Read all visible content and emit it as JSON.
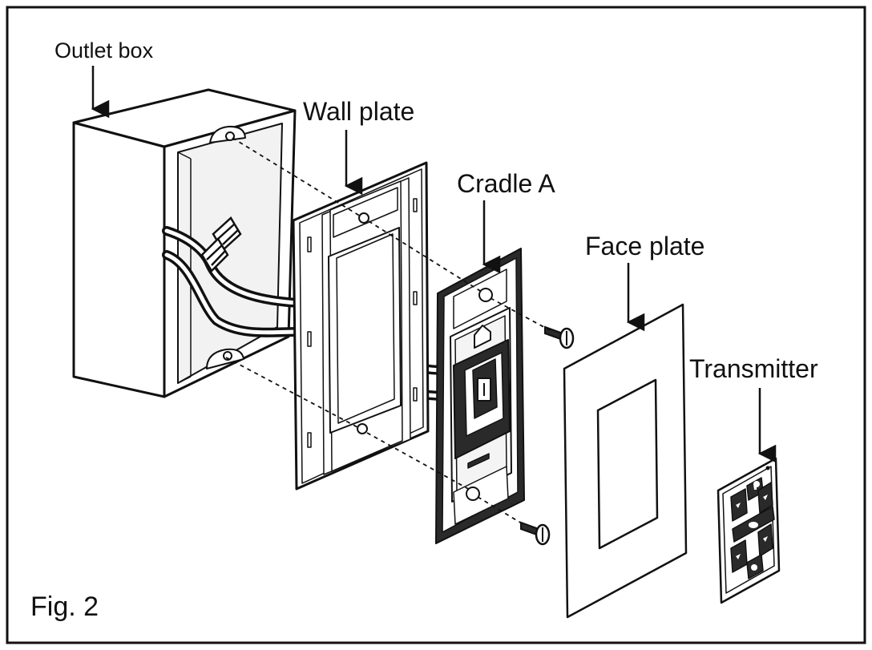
{
  "labels": {
    "outlet_box": "Outlet box",
    "wall_plate": "Wall plate",
    "cradle_a": "Cradle A",
    "face_plate": "Face plate",
    "transmitter": "Transmitter",
    "figure": "Fig. 2"
  },
  "colors": {
    "ink": "#111111",
    "paper": "#ffffff",
    "metal_shade": "#d9d9d9",
    "dark_part": "#2a2a2a"
  },
  "icons": [
    "arrow-down-icon",
    "screw-icon",
    "wire-nut-icon",
    "house-icon",
    "power-switch-icon",
    "fan-icon",
    "light-bulb-icon"
  ]
}
